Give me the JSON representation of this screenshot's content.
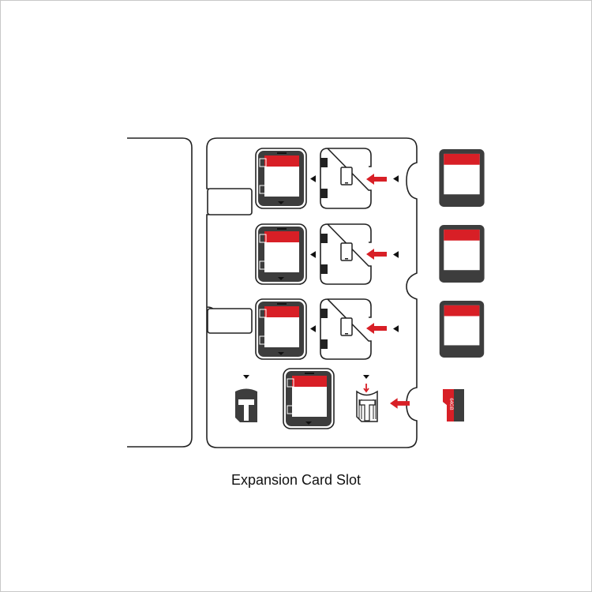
{
  "caption": "Expansion Card Slot",
  "microsd_label": "64GB",
  "colors": {
    "accent_red": "#d81f26",
    "dark_gray": "#3d3d3d",
    "outline": "#222222"
  },
  "icons": [
    "sd-holder-frame",
    "sd-adapter-slot",
    "sd-card",
    "micro-sd-card",
    "insert-arrow",
    "direction-triangle"
  ]
}
